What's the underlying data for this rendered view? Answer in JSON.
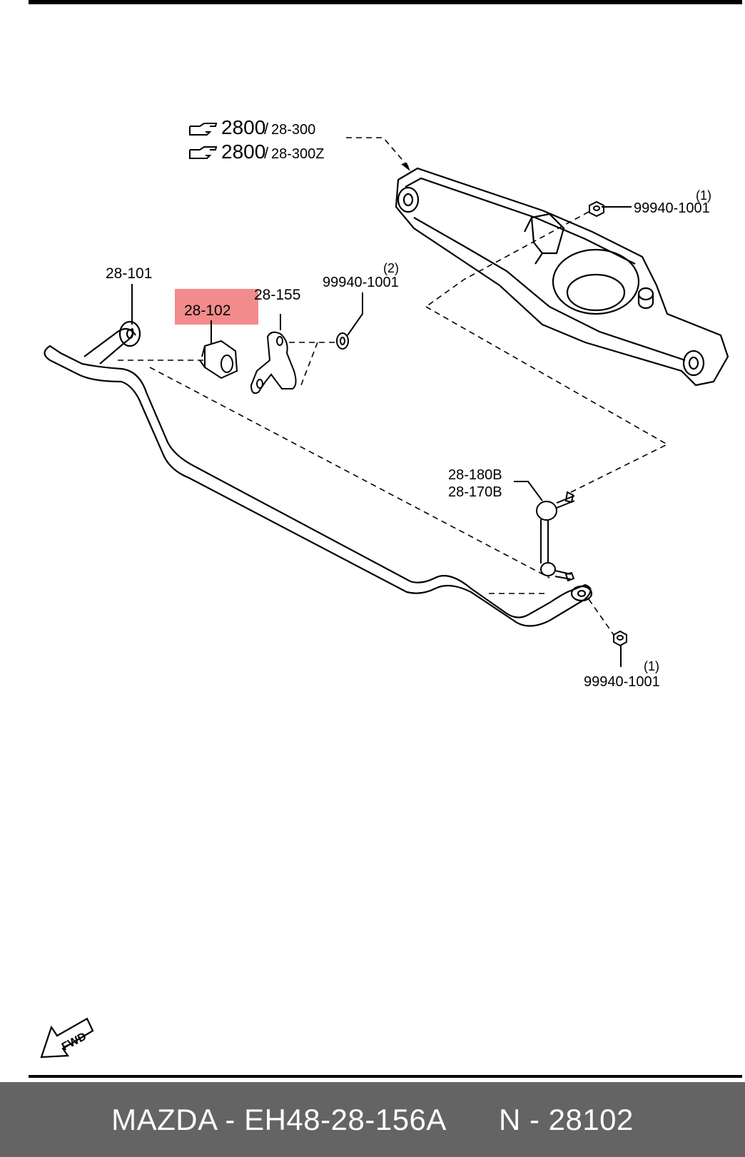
{
  "labels": {
    "ref_main_1": "2800",
    "ref_sub_1": "28-300",
    "ref_main_2": "2800",
    "ref_sub_2": "28-300Z",
    "stabilizer_bar": "28-101",
    "bushing": "28-102",
    "clamp": "28-155",
    "bolt_top": "99940-1001",
    "bolt_top_qty": "(2)",
    "nut_arm": "99940-1001",
    "nut_arm_qty": "(1)",
    "link_1": "28-180B",
    "link_2": "28-170B",
    "nut_bar": "99940-1001",
    "nut_bar_qty": "(1)",
    "fwd": "FWD"
  },
  "footer": {
    "brand_part": "MAZDA - EH48-28-156A",
    "ref_number": "N - 28102"
  },
  "colors": {
    "highlight": "#f28b8b",
    "footer_bg": "#646464",
    "footer_text": "#ffffff"
  }
}
